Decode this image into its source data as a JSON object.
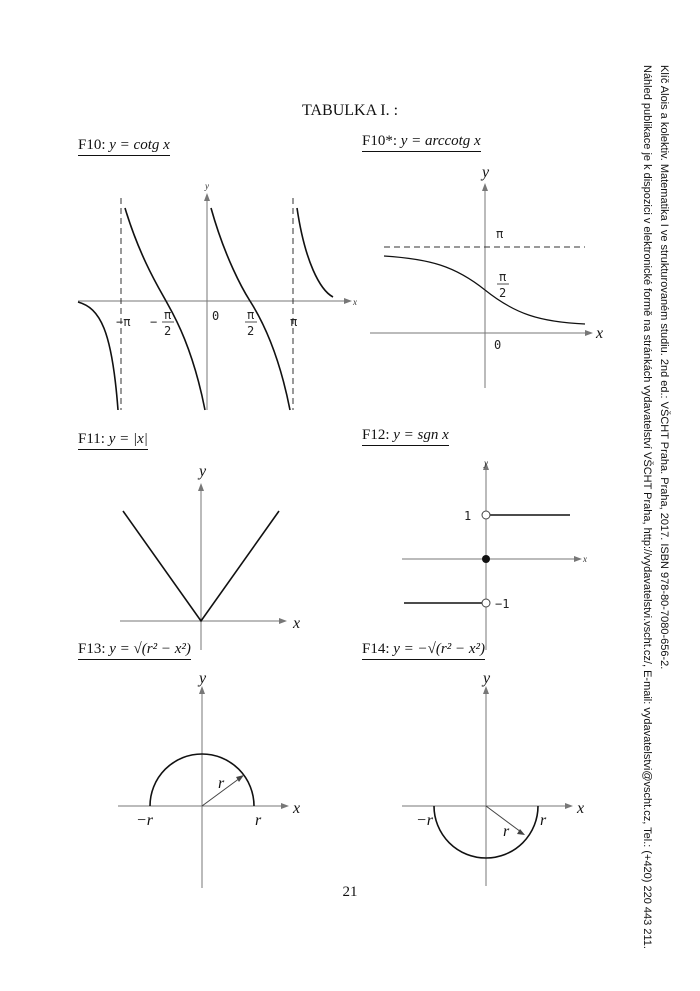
{
  "heading": "TABULKA I. :",
  "page_number": "21",
  "side_note": {
    "line1": "Klíč Alois a kolektiv. Matematika I ve strukturovaném studiu. 2nd ed.: VŠCHT Praha. Praha, 2017. ISBN 978-80-7080-656-2.",
    "line2": "Náhled publikace je k dispozici v elektronické formě na stránkách vydavatelství VŠCHT Praha, http://vydavatelstvi.vscht.cz/, E-mail: vydavatelstvi@vscht.cz, Tel.: (+420) 220 443 211."
  },
  "figures": {
    "f10": {
      "label": "F10:",
      "formula": "y = cotg x",
      "axis_x": "x",
      "axis_y": "y",
      "ticks": {
        "neg_pi": "−π",
        "neg_half_sign": "−",
        "pi_num": "π",
        "pi_den": "2",
        "zero": "0",
        "pi": "π"
      }
    },
    "f10s": {
      "label": "F10*:",
      "formula": "y = arccotg x",
      "axis_x": "x",
      "axis_y": "y",
      "ticks": {
        "pi": "π",
        "pi_num": "π",
        "pi_den": "2",
        "zero": "0"
      }
    },
    "f11": {
      "label": "F11:",
      "formula": "y = |x|",
      "axis_x": "x",
      "axis_y": "y"
    },
    "f12": {
      "label": "F12:",
      "formula": "y = sgn x",
      "axis_x": "x",
      "axis_y": "y",
      "ticks": {
        "one": "1",
        "minus_one": "−1"
      }
    },
    "f13": {
      "label": "F13:",
      "formula": "y = √(r² − x²)",
      "axis_x": "x",
      "axis_y": "y",
      "ticks": {
        "neg_r": "−r",
        "r": "r",
        "radius": "r"
      }
    },
    "f14": {
      "label": "F14:",
      "formula": "y = −√(r² − x²)",
      "axis_x": "x",
      "axis_y": "y",
      "ticks": {
        "neg_r": "−r",
        "r": "r",
        "radius": "r"
      }
    }
  }
}
